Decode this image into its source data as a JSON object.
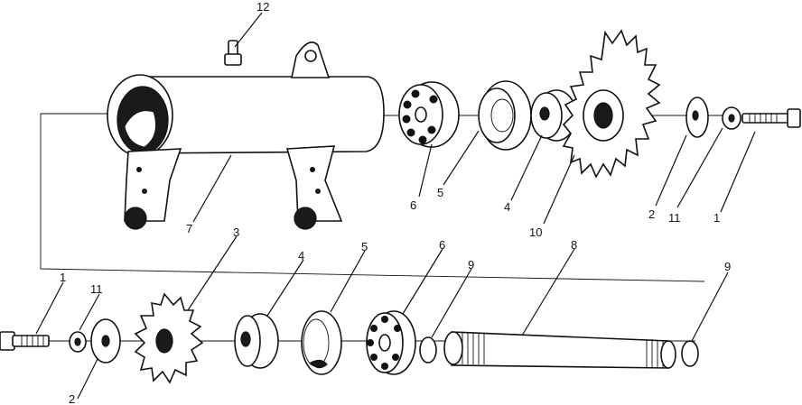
{
  "diagram": {
    "callouts": {
      "housing_fitting_12": "12",
      "bolt_right_1": "1",
      "washer_right_2": "2",
      "lockwasher_right_11": "11",
      "sprocket_large_10": "10",
      "spacer_right_4": "4",
      "seal_right_5": "5",
      "bearing_right_6": "6",
      "housing_7": "7",
      "bolt_left_1": "1",
      "lockwasher_left_11": "11",
      "washer_left_2": "2",
      "sprocket_small_3": "3",
      "spacer_left_4": "4",
      "seal_left_5": "5",
      "bearing_left_6": "6",
      "oring_left_9": "9",
      "shaft_8": "8",
      "oring_right_9": "9"
    }
  }
}
